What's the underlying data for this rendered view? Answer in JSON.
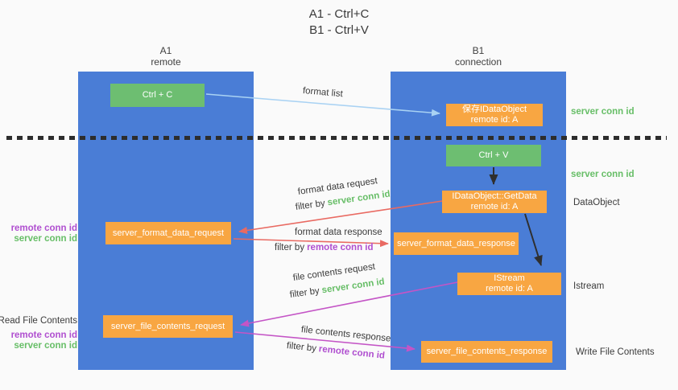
{
  "title": {
    "line1": "A1 - Ctrl+C",
    "line2": "B1 - Ctrl+V"
  },
  "lanes": {
    "a1": {
      "name": "A1",
      "subtitle": "remote"
    },
    "b1": {
      "name": "B1",
      "subtitle": "connection"
    }
  },
  "nodes": {
    "ctrl_c": {
      "label": "Ctrl + C"
    },
    "ctrl_v": {
      "label": "Ctrl + V"
    },
    "save_idataobject": {
      "line1": "保存IDataObject",
      "line2": "remote id: A"
    },
    "getdata": {
      "line1": "IDataObject::GetData",
      "line2": "remote id: A"
    },
    "istream": {
      "line1": "IStream",
      "line2": "remote id: A"
    },
    "format_request": {
      "label": "server_format_data_request"
    },
    "format_response": {
      "label": "server_format_data_response"
    },
    "file_request": {
      "label": "server_file_contents_request"
    },
    "file_response": {
      "label": "server_file_contents_response"
    }
  },
  "edge_labels": {
    "format_list": "format list",
    "format_data_request": "format data request",
    "format_data_response": "format data response",
    "file_contents_request": "file contents request",
    "file_contents_response": "file contents response"
  },
  "common": {
    "filter_by": "filter by",
    "server_conn_id": "server conn id",
    "remote_conn_id": "remote conn id"
  },
  "side_labels": {
    "data_object": "DataObject",
    "istream": "Istream",
    "write_file_contents": "Write File Contents",
    "read_file_contents": "Read File Contents"
  },
  "colors": {
    "lane_blue": "#4a7dd6",
    "node_green": "#6dbe71",
    "node_orange": "#f8a642",
    "arrow_light_blue": "#a9d2f3",
    "arrow_red": "#e96a62",
    "arrow_magenta": "#c455c6",
    "arrow_black": "#2f2f2f",
    "text_green": "#67be67",
    "text_purple": "#b04fd0",
    "text_dark": "#3b3b3b",
    "background": "#fafafa"
  }
}
